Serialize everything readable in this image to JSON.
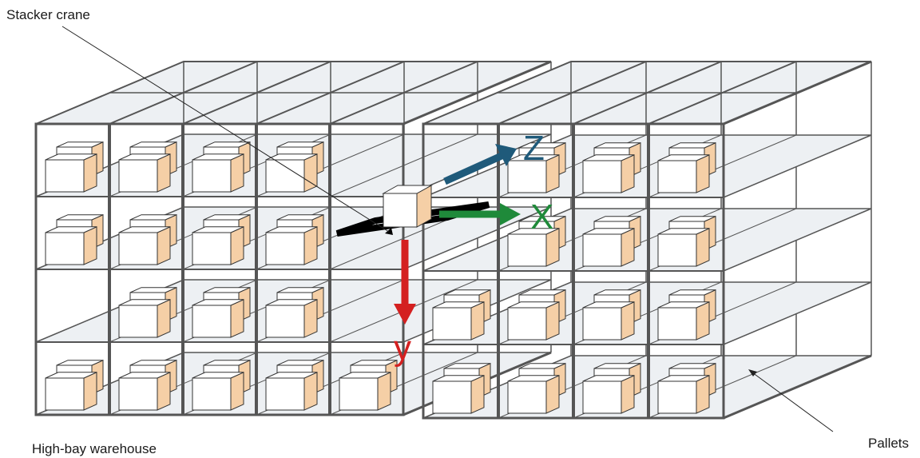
{
  "labels": {
    "stacker_crane": "Stacker crane",
    "warehouse": "High-bay warehouse",
    "pallets": "Pallets"
  },
  "axes": {
    "z": {
      "label": "Z",
      "color": "#1f5a7a"
    },
    "x": {
      "label": "X",
      "color": "#1f8a3a"
    },
    "y": {
      "label": "y",
      "color": "#d42020"
    }
  },
  "colors": {
    "frame": "#555555",
    "shelf": "#edf0f3",
    "box_front": "#ffffff",
    "box_side": "#f5cfa6",
    "crane_frame": "#000000"
  }
}
